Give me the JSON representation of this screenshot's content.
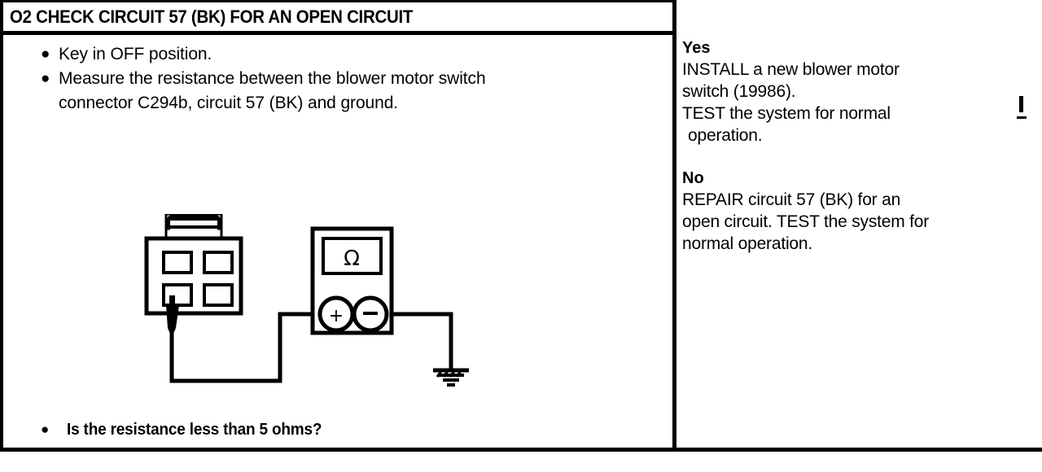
{
  "header": {
    "step_id": "O2",
    "title": "O2 CHECK CIRCUIT 57 (BK) FOR AN OPEN CIRCUIT"
  },
  "left_column": {
    "bullets": [
      {
        "marker": "●",
        "text": "Key in OFF position."
      },
      {
        "marker": "●",
        "text": "Measure the resistance between the blower motor switch"
      },
      {
        "marker": "",
        "text": "connector C294b, circuit 57 (BK) and ground."
      }
    ],
    "question": {
      "marker": "●",
      "text": "Is the resistance less than 5 ohms?"
    }
  },
  "right_column": {
    "yes": {
      "heading": "Yes",
      "lines": [
        "INSTALL a new blower motor",
        "switch (19986).",
        "TEST the system for normal",
        "operation."
      ]
    },
    "no": {
      "heading": "No",
      "lines": [
        "REPAIR circuit 57 (BK) for an",
        "open circuit. TEST the system for",
        "normal operation."
      ]
    }
  },
  "diagram": {
    "name": "resistance-measurement-schematic",
    "meter": {
      "display_symbol": "Ω",
      "terminals": [
        {
          "name": "positive-terminal",
          "symbol": "+"
        },
        {
          "name": "negative-terminal",
          "symbol": "−"
        }
      ]
    },
    "connector": {
      "name": "blower-motor-switch-connector",
      "cavity_count": 4,
      "probe": "test-probe"
    },
    "ground_symbol": "chassis-ground"
  },
  "colors": {
    "ink": "#000000",
    "paper": "#ffffff"
  }
}
